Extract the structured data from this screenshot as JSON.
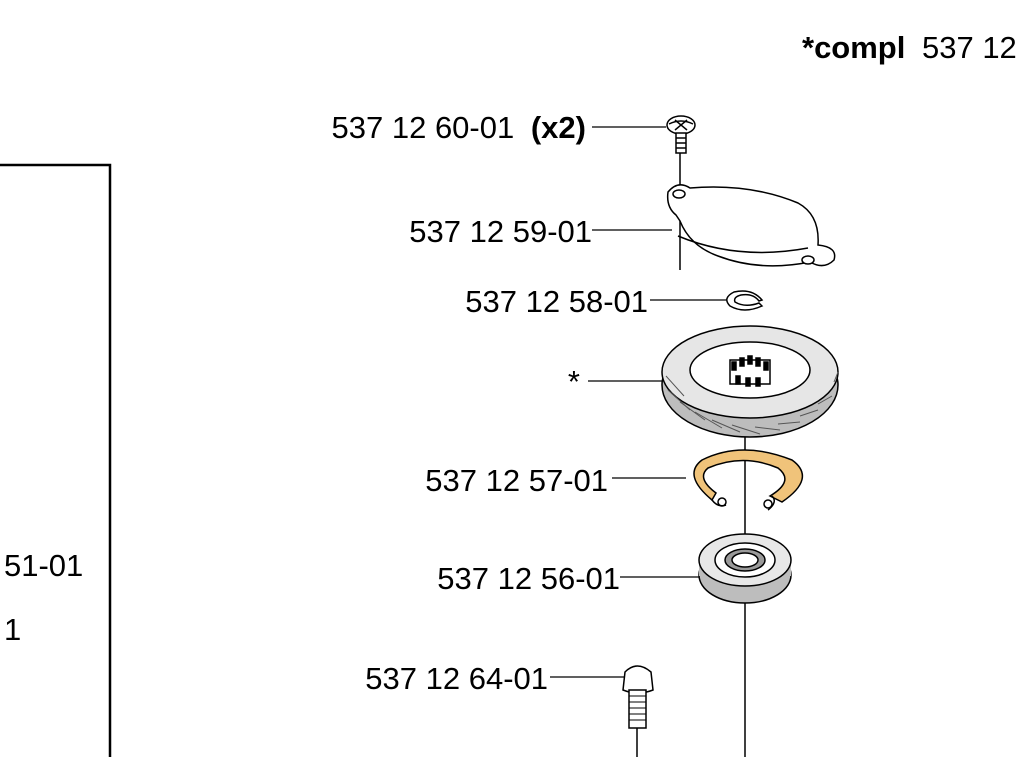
{
  "header": {
    "compl_prefix": "*compl",
    "compl_number": "537 12"
  },
  "labels": {
    "screw_number": "537 12 60-01",
    "screw_qty": "(x2)",
    "cover_plate": "537 12 59-01",
    "clip": "537 12 58-01",
    "bevel_gear": "*",
    "circlip": "537 12 57-01",
    "bearing": "537 12 56-01",
    "bolt": "537 12 64-01"
  },
  "left_fragments": {
    "upper": "51-01",
    "lower": "1"
  },
  "colors": {
    "circlip_fill": "#f0c37a",
    "line": "#000000"
  }
}
